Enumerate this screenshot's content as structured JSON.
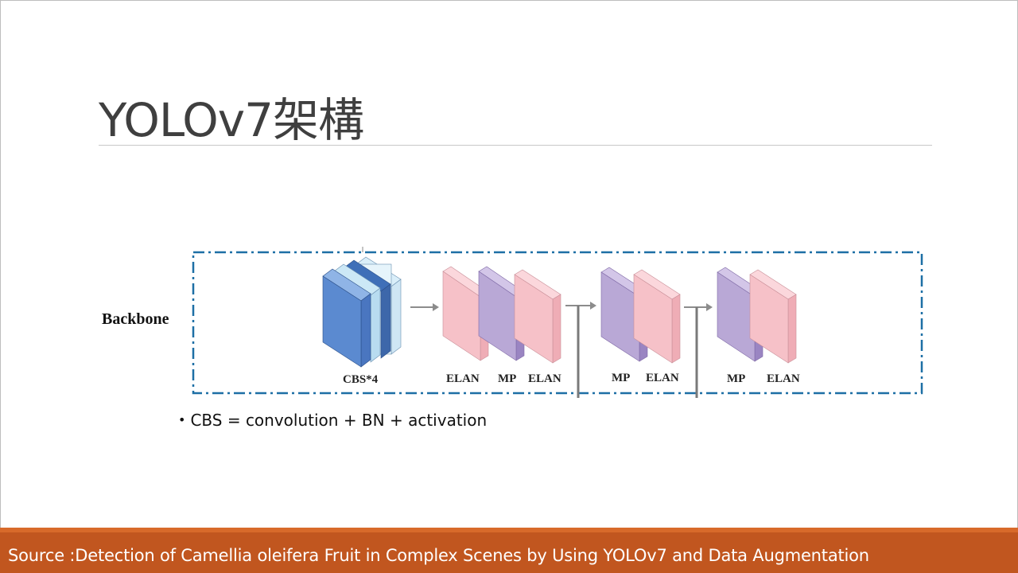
{
  "slide": {
    "title": "YOLOv7架構",
    "bullet": "CBS = convolution + BN + activation",
    "footer": "Source :Detection of Camellia oleifera Fruit in Complex Scenes by Using YOLOv7 and Data Augmentation"
  },
  "diagram": {
    "section_label": "Backbone",
    "block_labels": {
      "cbs": "CBS*4",
      "elan1": "ELAN",
      "mp1": "MP",
      "elan2": "ELAN",
      "mp2": "MP",
      "elan3": "ELAN",
      "mp3": "MP",
      "elan4": "ELAN"
    },
    "colors": {
      "cbs_blue": "#5b8ad0",
      "cbs_light": "#bfe3f5",
      "elan_pink": "#f6c1c8",
      "mp_purple": "#b9a8d6",
      "border_dash": "#1d6fa5",
      "arrow_gray": "#8c8c8c",
      "footer_orange": "#c1561f"
    }
  }
}
